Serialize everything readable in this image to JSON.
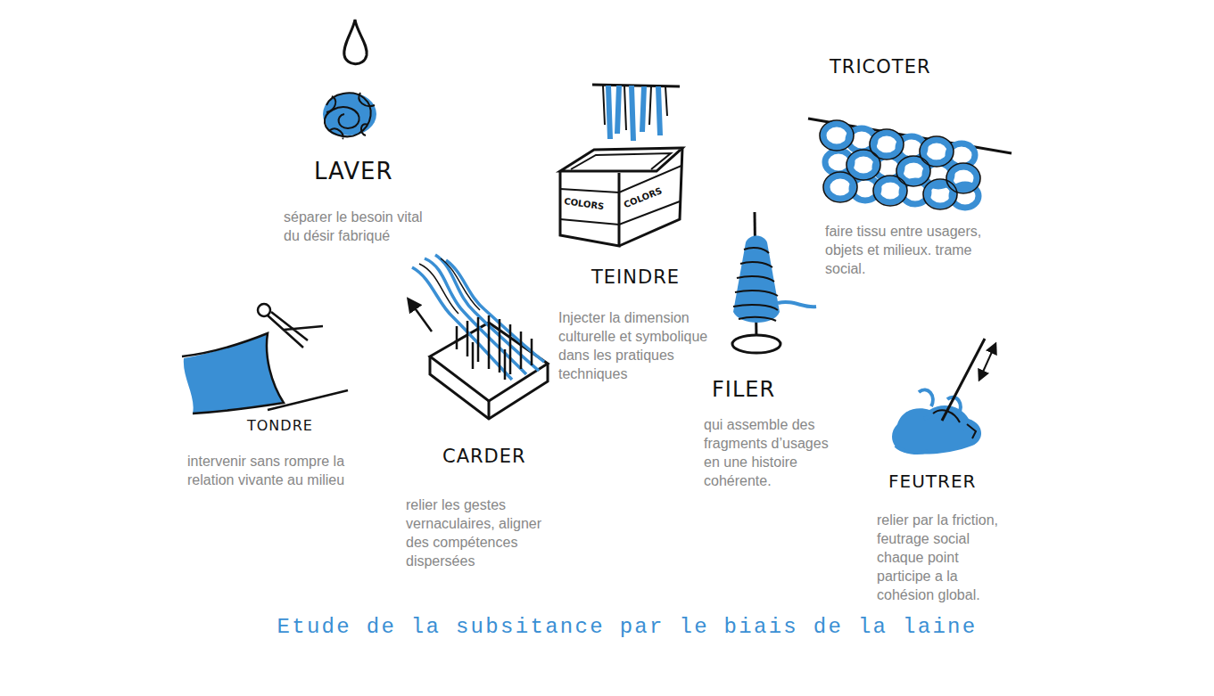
{
  "diagram": {
    "caption": "Etude de la subsitance par le biais de la laine",
    "labels": [
      "LAVER",
      "séparer le besoin vital du désir fabriqué",
      "TRICOTER",
      "faire tissu entre usagers, objets et milieux. trame social.",
      "COLORS",
      "COLORS",
      "TEINDRE",
      "Injecter la dimension culturelle et symbolique dans les pratiques techniques",
      "FILER",
      "qui assemble des fragments d’usages en une histoire cohérente.",
      "TONDRE",
      "intervenir sans rompre la relation vivante au milieu",
      "CARDER",
      "relier les gestes vernaculaires, aligner des compétences dispersées",
      "FEUTRER",
      "relier par la friction, feutrage social chaque point participe a la cohésion global."
    ]
  }
}
